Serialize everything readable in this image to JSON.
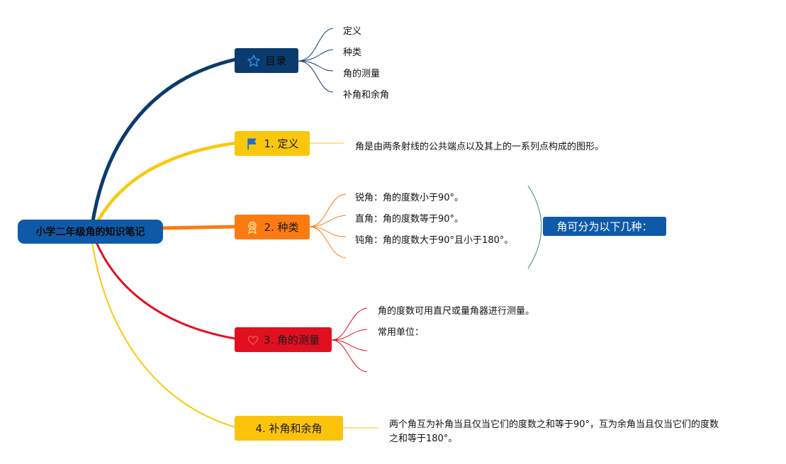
{
  "root": {
    "label": "小学二年级角的知识笔记"
  },
  "colors": {
    "toc": "#0b3b6e",
    "definition": "#f9c80e",
    "types": "#fb7b12",
    "measure": "#e01021",
    "supplement": "#f9c80e",
    "root": "#0f5aa8"
  },
  "branches": {
    "toc": {
      "label": "目录",
      "icon": "star-icon",
      "items": [
        "定义",
        "种类",
        "角的测量",
        "补角和余角"
      ]
    },
    "definition": {
      "label": "1. 定义",
      "icon": "flag-icon",
      "text": "角是由两条射线的公共端点以及其上的一系列点构成的图形。"
    },
    "types": {
      "label": "2. 种类",
      "icon": "award-icon",
      "items": [
        "锐角：角的度数小于90°。",
        "直角：角的度数等于90°。",
        "钝角：角的度数大于90°且小于180°。"
      ],
      "summary": "角可分为以下几种："
    },
    "measure": {
      "label": "3. 角的测量",
      "icon": "heart-icon",
      "items": [
        "角的度数可用直尺或量角器进行测量。",
        "常用单位："
      ]
    },
    "supplement": {
      "label": "4. 补角和余角",
      "text_line1": "两个角互为补角当且仅当它们的度数之和等于90°，互为余角当且仅当它们的度数",
      "text_line2": "之和等于180°。"
    }
  }
}
